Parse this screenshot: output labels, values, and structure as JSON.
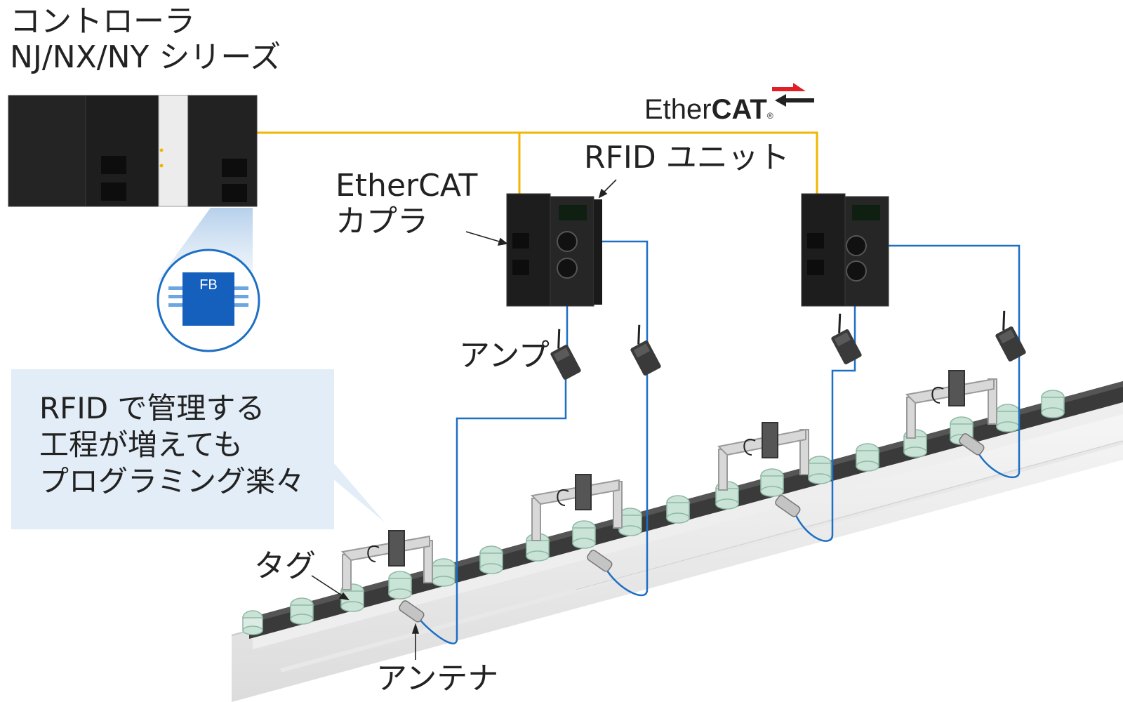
{
  "controller": {
    "title_line1": "コントローラ",
    "title_line2": "NJ/NX/NY シリーズ"
  },
  "network": {
    "logo_regular": "Ether",
    "logo_bold": "CAT",
    "logo_mark": "®"
  },
  "labels": {
    "coupler_line1": "EtherCAT",
    "coupler_line2": "カプラ",
    "rfid_unit": "RFID ユニット",
    "amp": "アンプ",
    "tag": "タグ",
    "antenna": "アンテナ"
  },
  "function_block": {
    "label": "FB"
  },
  "callout": {
    "text": "RFID で管理する\n工程が増えても\nプログラミング楽々"
  },
  "colors": {
    "ethercat_cable": "#f2b600",
    "amp_cable": "#1d6fc4",
    "fb_chip": "#1560bd",
    "callout_bg": "#e2edf7",
    "logo_accent": "#e31f26"
  }
}
